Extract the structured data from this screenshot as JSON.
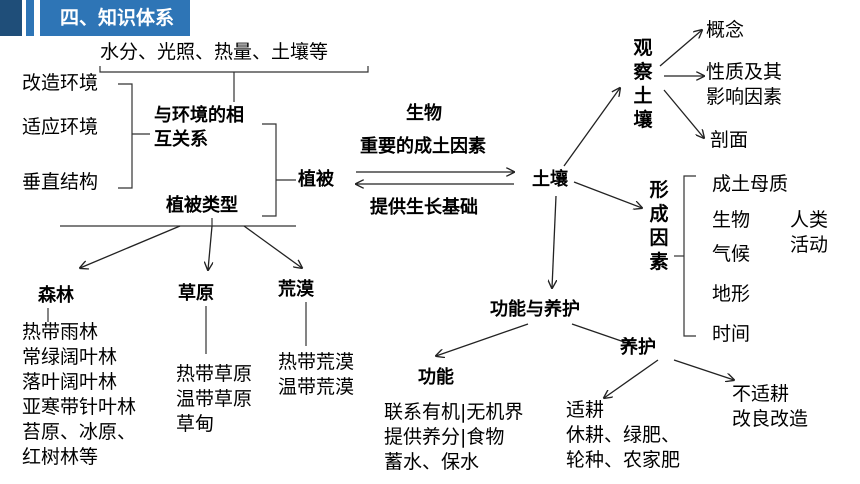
{
  "header": {
    "title": "四、知识体系",
    "accent_color": "#2e75b6",
    "dark_color": "#1f4e79"
  },
  "top_factors": "水分、光照、热量、土壤等",
  "left_group": {
    "items": [
      "改造环境",
      "适应环境",
      "垂直结构"
    ]
  },
  "interaction": {
    "line1": "与环境的相",
    "line2": "互关系"
  },
  "veg_types": "植被类型",
  "vegetation": "植被",
  "arrow_top": {
    "line1": "生物",
    "line2": "重要的成土因素"
  },
  "arrow_bottom": "提供生长基础",
  "soil": "土壤",
  "forest": {
    "title": "森林",
    "items": [
      "热带雨林",
      "常绿阔叶林",
      "落叶阔叶林",
      "亚寒带针叶林",
      "苔原、冰原、",
      "红树林等"
    ]
  },
  "grassland": {
    "title": "草原",
    "items": [
      "热带草原",
      "温带草原",
      "草甸"
    ]
  },
  "desert": {
    "title": "荒漠",
    "items": [
      "热带荒漠",
      "温带荒漠"
    ]
  },
  "observe": {
    "chars": [
      "观",
      "察",
      "土",
      "壤"
    ],
    "items": [
      "概念",
      "性质及其",
      "影响因素",
      "剖面"
    ]
  },
  "formation": {
    "chars": [
      "形",
      "成",
      "因",
      "素"
    ],
    "items": [
      "成土母质",
      "生物",
      "气候",
      "地形",
      "时间"
    ],
    "human": [
      "人类",
      "活动"
    ]
  },
  "function_protect": "功能与养护",
  "function": {
    "title": "功能",
    "items": [
      "联系有机|无机界",
      "提供养分|食物",
      "蓄水、保水"
    ]
  },
  "protect": {
    "title": "养护",
    "items": [
      "适耕",
      "休耕、绿肥、",
      "轮种、农家肥"
    ],
    "side": [
      "不适耕",
      "改良改造"
    ]
  }
}
